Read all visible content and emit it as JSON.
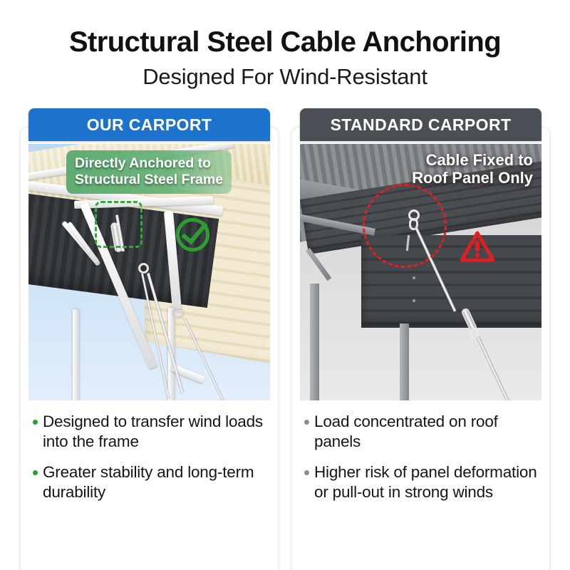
{
  "header": {
    "headline": "Structural Steel Cable Anchoring",
    "subheadline": "Designed For Wind-Resistant"
  },
  "colors": {
    "good_banner": "#1c72cc",
    "bad_banner": "#4a4f55",
    "good_accent": "#2e9e34",
    "bad_accent": "#e02020",
    "good_bullet": "#25a12b",
    "bad_bullet": "#8e8e8e",
    "green_badge": "#56a86c"
  },
  "columns": [
    {
      "id": "our-carport",
      "banner_label": "OUR CARPORT",
      "banner_style": "good",
      "photo": {
        "caption_line1": "Directly Anchored to",
        "caption_line2": "Structural Steel Frame",
        "caption_style": "green-badge",
        "markers": [
          {
            "name": "green-dashed-highlight-box",
            "type": "dashed-rect"
          },
          {
            "name": "green-check-icon",
            "type": "check"
          }
        ],
        "scene": "carport corner with cable turnbuckle anchored to white structural steel frame, tan roof, charcoal underside, blue sky"
      },
      "bullets": [
        {
          "text": "Designed to transfer wind loads into the frame",
          "dot": "green"
        },
        {
          "text": "Greater stability and long-term durability",
          "dot": "green"
        }
      ]
    },
    {
      "id": "standard-carport",
      "banner_label": "STANDARD CARPORT",
      "banner_style": "bad",
      "photo": {
        "caption_line1": "Cable Fixed to",
        "caption_line2": "Roof Panel Only",
        "caption_style": "shadow-text",
        "markers": [
          {
            "name": "red-dashed-highlight-circle",
            "type": "dashed-circle"
          },
          {
            "name": "warning-triangle-icon",
            "type": "warning"
          }
        ],
        "scene": "grey carport with cable fixed directly to roof panel, diagonal cable with turnbuckle"
      },
      "bullets": [
        {
          "text": "Load concentrated on roof panels",
          "dot": "grey"
        },
        {
          "text": "Higher risk of panel deformation or pull-out in strong winds",
          "dot": "grey"
        }
      ]
    }
  ]
}
